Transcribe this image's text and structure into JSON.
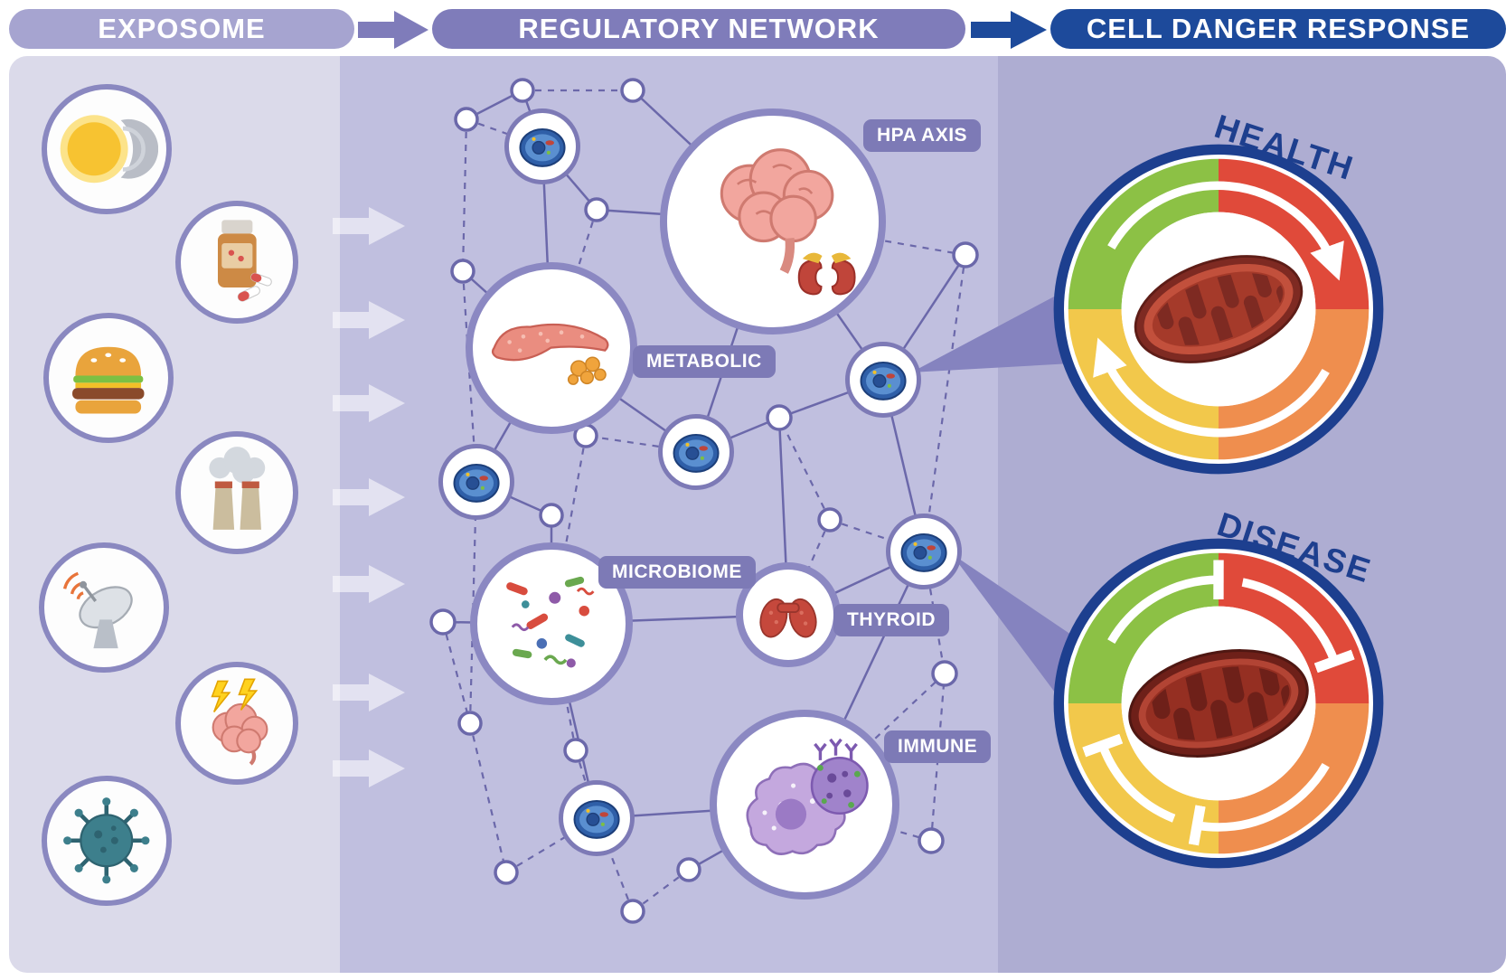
{
  "header": {
    "exposome_label": "EXPOSOME",
    "regulatory_label": "REGULATORY NETWORK",
    "cdr_label": "CELL DANGER RESPONSE"
  },
  "exposome": {
    "icons": [
      "sun-moon-icon",
      "pill-bottle-icon",
      "hamburger-icon",
      "factory-smoke-icon",
      "satellite-dish-icon",
      "brain-lightning-icon",
      "virus-icon"
    ]
  },
  "network": {
    "labels": {
      "hpa": "HPA AXIS",
      "metabolic": "METABOLIC",
      "microbiome": "MICROBIOME",
      "thyroid": "THYROID",
      "immune": "IMMUNE"
    }
  },
  "cdr": {
    "health_label": "HEALTH",
    "disease_label": "DISEASE"
  },
  "colors": {
    "exposome_pill": "#a6a4d0",
    "regulatory_pill": "#7f7cba",
    "cdr_pill": "#1d4a9b",
    "left_panel": "#dbdaea",
    "middle_panel": "#c0bfdf",
    "right_panel": "#aeadd2",
    "network_line": "#6b68aa",
    "label_pill": "#7d7ab6",
    "beam": "#8583bf",
    "gauge_green": "#8cc145",
    "gauge_red": "#e04a3a",
    "gauge_orange": "#ef8e4e",
    "gauge_yellow": "#f2c84b",
    "gauge_ring": "#1d3f8f"
  }
}
